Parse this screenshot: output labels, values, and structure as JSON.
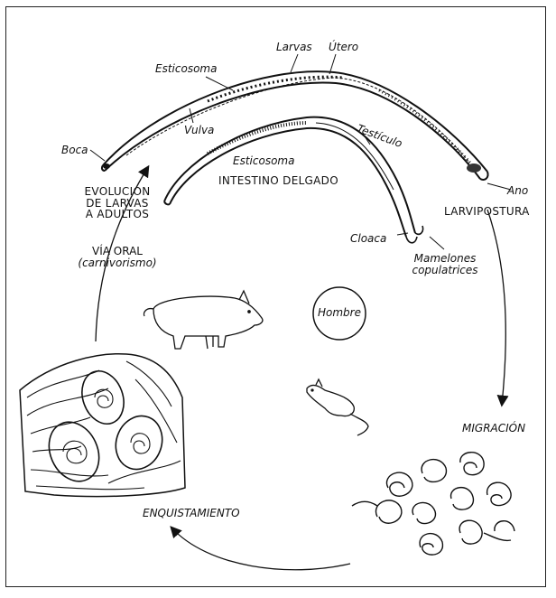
{
  "labels": {
    "larvas": "Larvas",
    "utero": "Útero",
    "esticosoma_female": "Esticosoma",
    "vulva": "Vulva",
    "boca": "Boca",
    "testiculo": "Testículo",
    "esticosoma_male": "Esticosoma",
    "intestino": "INTESTINO DELGADO",
    "ano": "Ano",
    "larvipostura": "LARVIPOSTURA",
    "cloaca": "Cloaca",
    "mamelones_1": "Mamelones",
    "mamelones_2": "copulatrices",
    "evolucion_1": "EVOLUCIÓN",
    "evolucion_2": "DE LARVAS",
    "evolucion_3": "A ADULTOS",
    "via_oral_1": "VÍA ORAL",
    "via_oral_2": "(carnivorismo)",
    "hombre": "Hombre",
    "migracion": "MIGRACIÓN",
    "enquistamiento": "ENQUISTAMIENTO"
  },
  "colors": {
    "ink": "#111111",
    "background": "#ffffff"
  }
}
